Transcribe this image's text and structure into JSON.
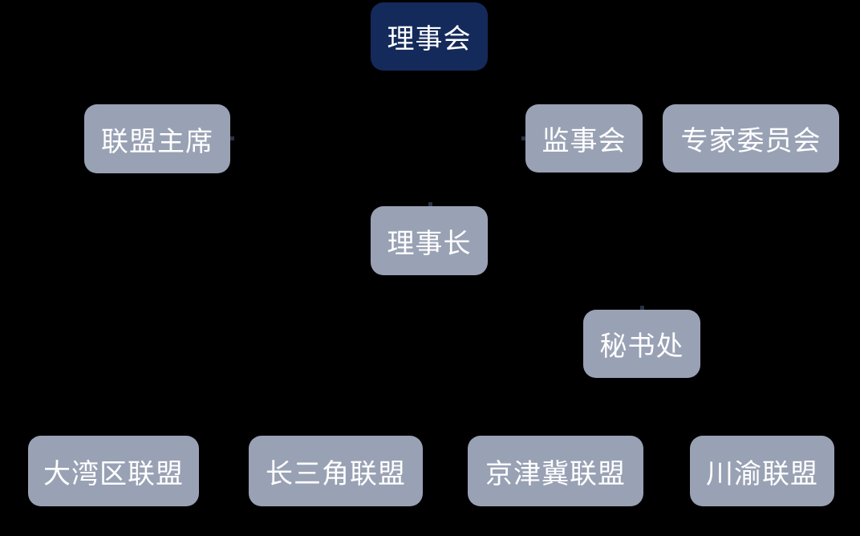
{
  "diagram": {
    "type": "org-chart",
    "background_color": "#000000",
    "colors": {
      "primary_node": "#142a5a",
      "secondary_node": "#99a1b4",
      "text": "#ffffff"
    },
    "nodes": [
      {
        "id": "council",
        "label": "理事会",
        "variant": "primary",
        "level": 1
      },
      {
        "id": "chairman",
        "label": "联盟主席",
        "variant": "secondary",
        "level": 2
      },
      {
        "id": "supervisory",
        "label": "监事会",
        "variant": "secondary",
        "level": 2
      },
      {
        "id": "expert",
        "label": "专家委员会",
        "variant": "secondary",
        "level": 2
      },
      {
        "id": "president",
        "label": "理事长",
        "variant": "secondary",
        "level": 3
      },
      {
        "id": "secretariat",
        "label": "秘书处",
        "variant": "secondary",
        "level": 4
      },
      {
        "id": "gba",
        "label": "大湾区联盟",
        "variant": "secondary",
        "level": 5
      },
      {
        "id": "yrd",
        "label": "长三角联盟",
        "variant": "secondary",
        "level": 5
      },
      {
        "id": "jjj",
        "label": "京津冀联盟",
        "variant": "secondary",
        "level": 5
      },
      {
        "id": "chuanyu",
        "label": "川渝联盟",
        "variant": "secondary",
        "level": 5
      }
    ]
  }
}
